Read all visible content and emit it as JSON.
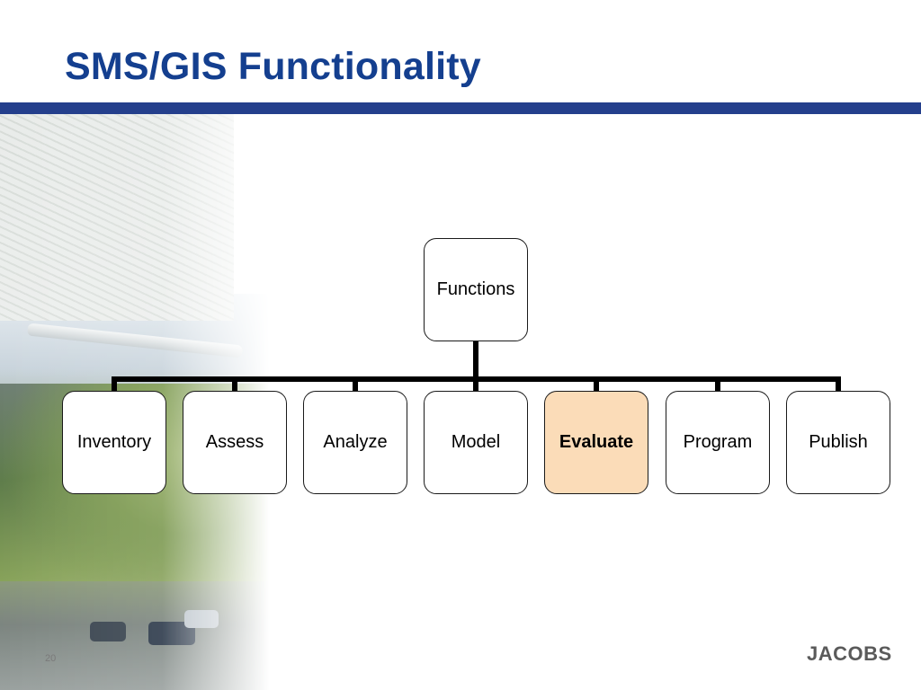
{
  "slide": {
    "title": "SMS/GIS Functionality",
    "page_number": "20",
    "logo_text": "JACOBS"
  },
  "diagram": {
    "root": "Functions",
    "children": [
      "Inventory",
      "Assess",
      "Analyze",
      "Model",
      "Evaluate",
      "Program",
      "Publish"
    ],
    "highlighted": "Evaluate"
  },
  "colors": {
    "title": "#143f8f",
    "rule": "#243f8c",
    "highlight_fill": "#fbdcb8"
  }
}
